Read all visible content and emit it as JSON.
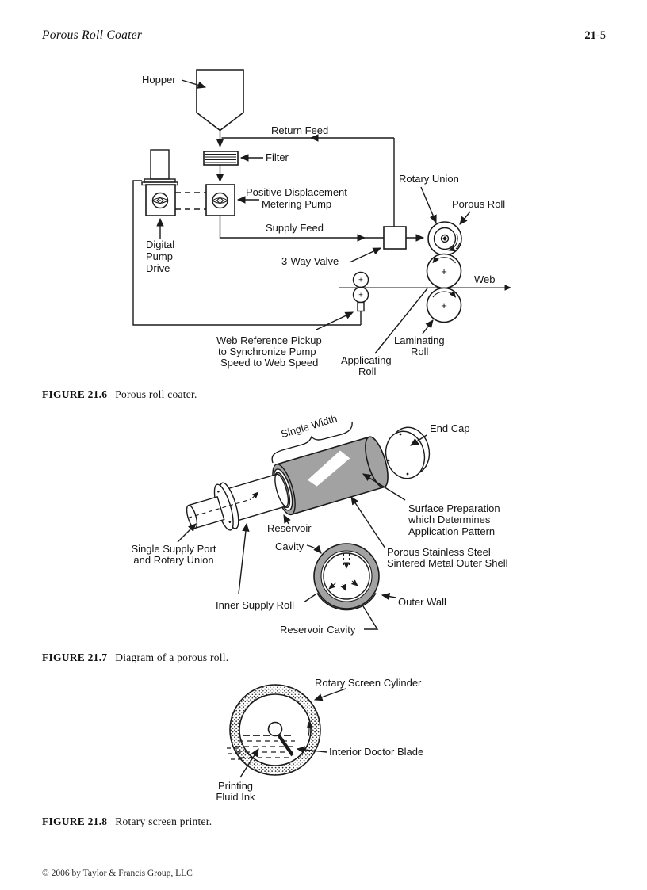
{
  "header": {
    "title": "Porous Roll Coater",
    "page_num_chapter": "21",
    "page_num_rest": "-5"
  },
  "figures": {
    "fig1": {
      "caption_label": "FIGURE 21.6",
      "caption_text": "Porous roll coater.",
      "labels": {
        "hopper": "Hopper",
        "return_feed": "Return Feed",
        "filter": "Filter",
        "pd1": "Positive Displacement",
        "pd2": "Metering Pump",
        "rotary_union": "Rotary Union",
        "porous_roll": "Porous Roll",
        "supply_feed": "Supply Feed",
        "valve": "3-Way Valve",
        "dpd1": "Digital",
        "dpd2": "Pump",
        "dpd3": "Drive",
        "web": "Web",
        "wr1": "Web Reference Pickup",
        "wr2": "to Synchronize Pump",
        "wr3": "Speed to Web Speed",
        "app1": "Applicating",
        "app2": "Roll",
        "lam1": "Laminating",
        "lam2": "Roll",
        "plus": "+"
      }
    },
    "fig2": {
      "caption_label": "FIGURE 21.7",
      "caption_text": "Diagram of a porous roll.",
      "labels": {
        "single_width": "Single Width",
        "end_cap": "End Cap",
        "reservoir": "Reservoir",
        "cavity": "Cavity",
        "sp1": "Surface Preparation",
        "sp2": "which Determines",
        "sp3": "Application Pattern",
        "ssp1": "Single Supply Port",
        "ssp2": "and Rotary Union",
        "pss1": "Porous Stainless Steel",
        "pss2": "Sintered Metal Outer Shell",
        "inner_supply_roll": "Inner Supply Roll",
        "outer_wall": "Outer Wall",
        "reservoir_cavity": "Reservoir Cavity"
      }
    },
    "fig3": {
      "caption_label": "FIGURE 21.8",
      "caption_text": "Rotary screen printer.",
      "labels": {
        "rotary_screen_cylinder": "Rotary Screen Cylinder",
        "interior_doctor_blade": "Interior Doctor Blade",
        "ink1": "Printing",
        "ink2": "Fluid Ink"
      }
    }
  },
  "footer": {
    "copyright": "© 2006 by Taylor & Francis Group, LLC"
  },
  "colors": {
    "line": "#1a1a1a",
    "shell_gray": "#a2a2a2",
    "paper": "#ffffff"
  }
}
